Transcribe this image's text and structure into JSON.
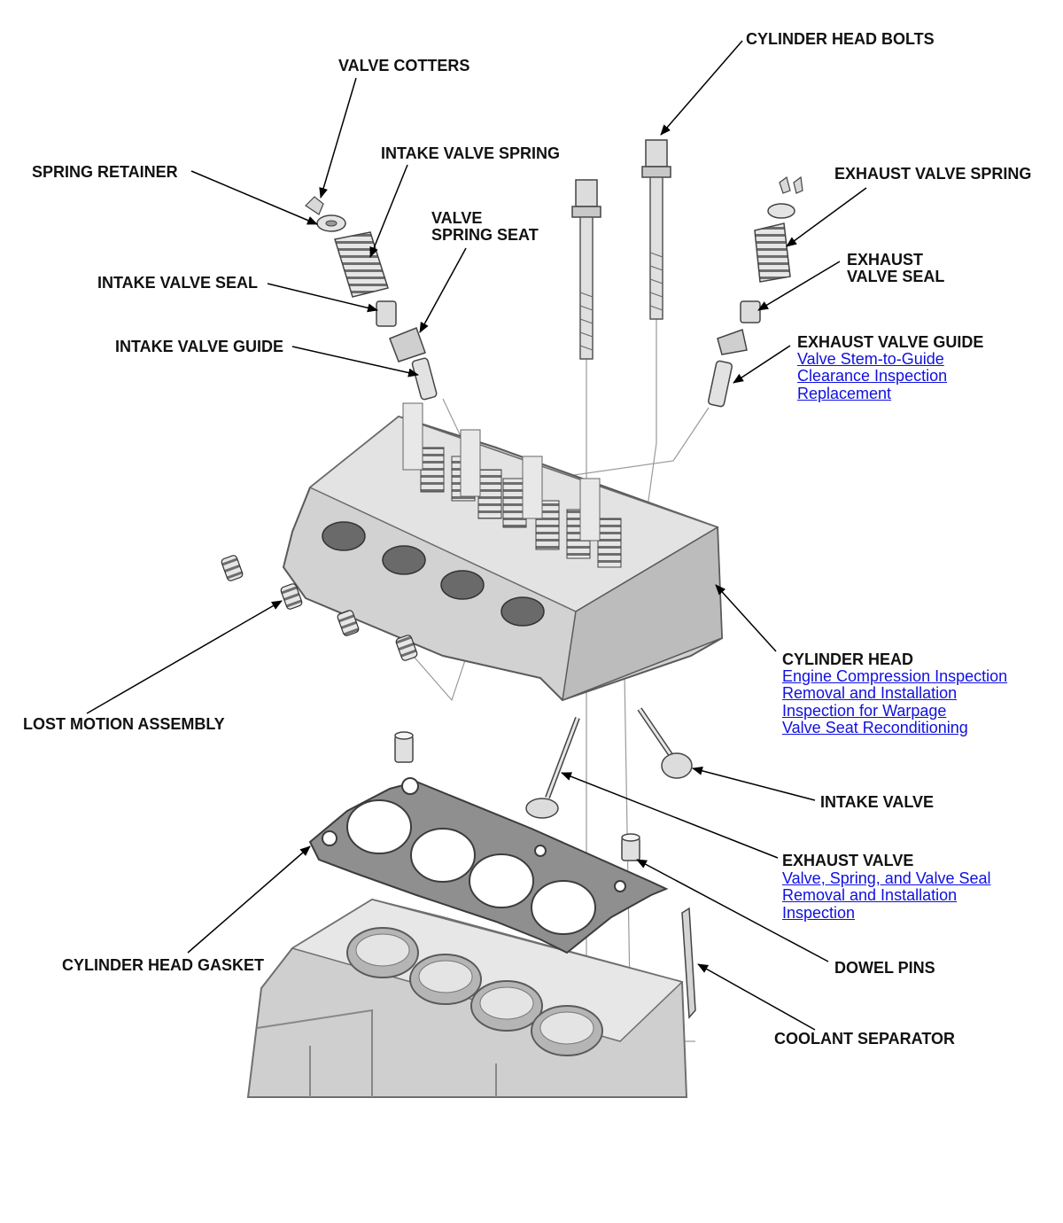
{
  "labels": {
    "cylinder_head_bolts": "CYLINDER HEAD BOLTS",
    "valve_cotters": "VALVE COTTERS",
    "intake_valve_spring": "INTAKE VALVE SPRING",
    "spring_retainer": "SPRING RETAINER",
    "valve_spring_seat_1": "VALVE",
    "valve_spring_seat_2": "SPRING SEAT",
    "intake_valve_seal": "INTAKE VALVE SEAL",
    "intake_valve_guide": "INTAKE VALVE GUIDE",
    "exhaust_valve_spring": "EXHAUST VALVE SPRING",
    "exhaust_valve_seal_1": "EXHAUST",
    "exhaust_valve_seal_2": "VALVE SEAL",
    "exhaust_valve_guide": "EXHAUST VALVE GUIDE",
    "cylinder_head": "CYLINDER HEAD",
    "lost_motion_assembly": "LOST MOTION ASSEMBLY",
    "intake_valve": "INTAKE VALVE",
    "exhaust_valve": "EXHAUST VALVE",
    "cylinder_head_gasket": "CYLINDER HEAD GASKET",
    "dowel_pins": "DOWEL PINS",
    "coolant_separator": "COOLANT SEPARATOR"
  },
  "links": {
    "guide_clearance_1": "Valve Stem-to-Guide",
    "guide_clearance_2": "Clearance Inspection",
    "guide_replacement": "Replacement",
    "engine_compression": "Engine Compression Inspection",
    "head_removal": "Removal and Installation",
    "head_warpage": "Inspection for Warpage",
    "valve_seat": "Valve Seat Reconditioning",
    "valve_spring_seal": "Valve, Spring, and Valve Seal",
    "valve_removal": "Removal and Installation",
    "valve_inspection": "Inspection"
  },
  "colors": {
    "text": "#111111",
    "link": "#1010e0",
    "part_fill": "#d9d9d9",
    "part_dark": "#8a8a8a",
    "leader": "#000000"
  }
}
